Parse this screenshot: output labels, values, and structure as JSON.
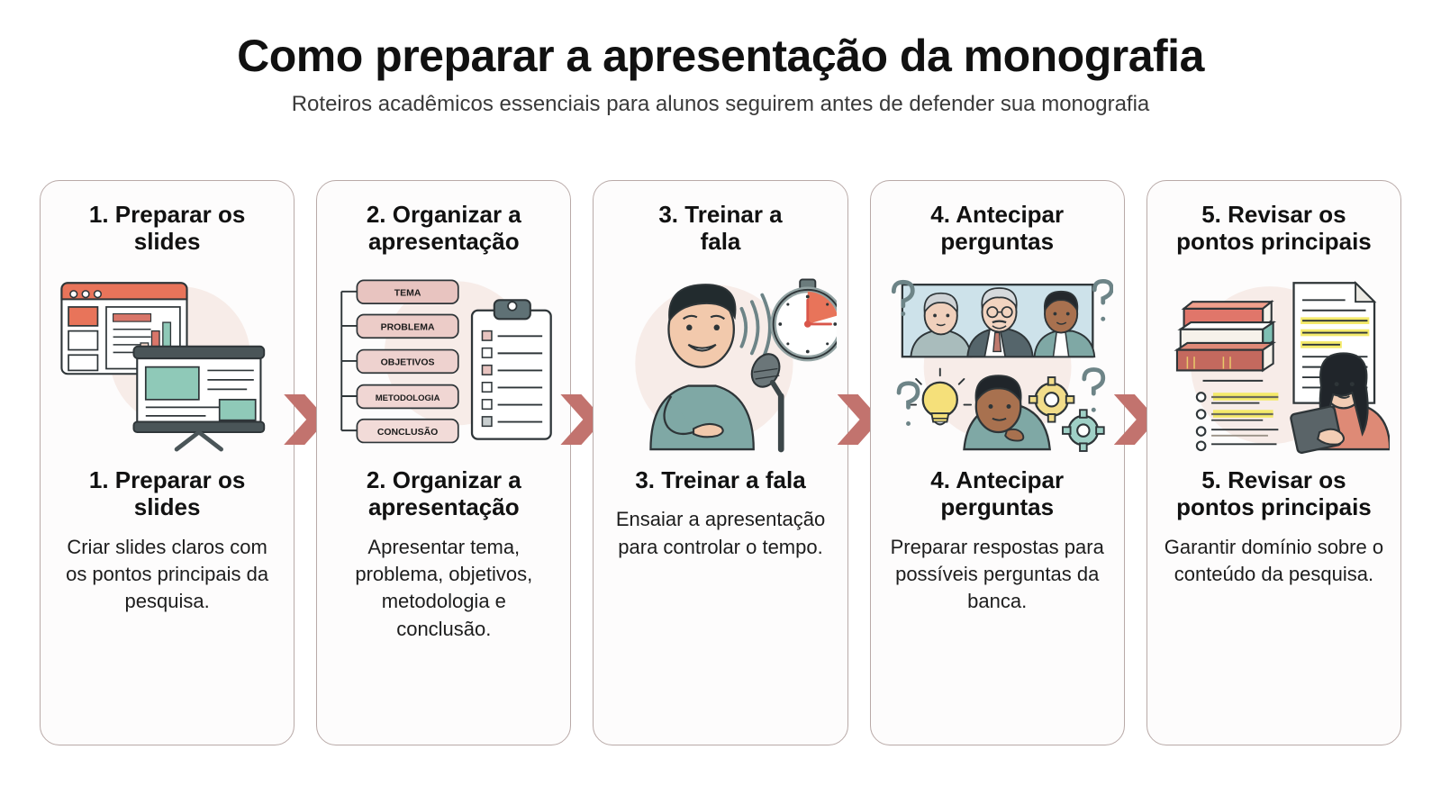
{
  "header": {
    "title": "Como preparar a apresentação da monografia",
    "subtitle": "Roteiros acadêmicos essenciais para alunos seguirem antes de defender sua monografia"
  },
  "colors": {
    "page_background": "#ffffff",
    "card_background": "#fdfcfc",
    "card_border": "#b9aaa8",
    "arrow": "#c2736e",
    "blush_circle": "#f7ece8",
    "accent_salmon": "#e8745a",
    "accent_teal": "#8fc9b8",
    "slate": "#4a5558",
    "highlight_yellow": "#f2e14a",
    "text_dark": "#111111"
  },
  "cards": [
    {
      "heading_top": "1. Preparar os slides",
      "heading_top_line1": "1. Preparar os",
      "heading_top_line2": "slides",
      "title_line1": "1. Preparar os",
      "title_line2": "slides",
      "description": "Criar slides claros com os pontos principais da pesquisa.",
      "illustration": "slides-browser-and-projector"
    },
    {
      "heading_top": "2. Organizar a apresentação",
      "heading_top_line1": "2. Organizar a",
      "heading_top_line2": "apresentação",
      "title_line1": "2. Organizar a",
      "title_line2": "apresentação",
      "description": "Apresentar tema, problema, objetivos, metodologia e conclusão.",
      "illustration": "outline-tree-and-clipboard",
      "outline_items": [
        "TEMA",
        "PROBLEMA",
        "OBJETIVOS",
        "METODOLOGIA",
        "CONCLUSÃO"
      ]
    },
    {
      "heading_top": "3. Treinar a fala",
      "heading_top_line1": "3. Treinar a",
      "heading_top_line2": "fala",
      "title_line1": "3. Treinar a fala",
      "title_line2": "",
      "description": "Ensaiar a apresentação para controlar o tempo.",
      "illustration": "speaker-microphone-and-stopwatch"
    },
    {
      "heading_top": "4. Antecipar perguntas",
      "heading_top_line1": "4. Antecipar",
      "heading_top_line2": "perguntas",
      "title_line1": "4. Antecipar",
      "title_line2": "perguntas",
      "description": "Preparar respostas para possíveis perguntas da banca.",
      "illustration": "examining-board-and-thinking-person"
    },
    {
      "heading_top": "5. Revisar os pontos principais",
      "heading_top_line1": "5. Revisar os",
      "heading_top_line2": "pontos principais",
      "title_line1": "5. Revisar os",
      "title_line2": "pontos principais",
      "description": "Garantir domínio sobre o conteúdo da pesquisa.",
      "illustration": "books-document-and-student-tablet"
    }
  ]
}
